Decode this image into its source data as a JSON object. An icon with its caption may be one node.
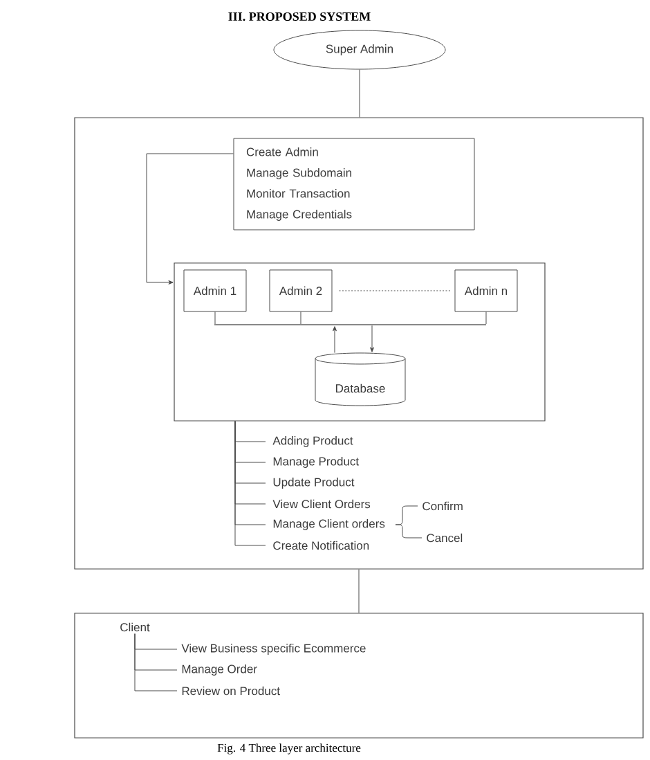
{
  "diagram": {
    "title": "III. PROPOSED SYSTEM",
    "nodes": [
      {
        "text": [
          "Super Admin"
        ]
      },
      {
        "text": [],
        "shape": "box"
      },
      {
        "text": [
          "Create Admin",
          "Manage Subdomain",
          "Monitor Transaction",
          "Manage Credentials"
        ],
        "in": 1
      },
      {
        "text": [],
        "shape": "box",
        "in": 1
      },
      {
        "text": [
          "Admin 1"
        ],
        "in": 3
      },
      {
        "text": [
          "Admin 2"
        ],
        "in": 3
      },
      {
        "text": [
          "Admin n"
        ],
        "in": 3
      },
      {
        "text": [],
        "shape": "bar",
        "in": 3
      },
      {
        "text": [
          "Database"
        ],
        "in": 3
      },
      {
        "text": [
          "Adding Product"
        ],
        "in": 1
      },
      {
        "text": [
          "Manage Product"
        ],
        "in": 1
      },
      {
        "text": [
          "Update Product"
        ],
        "in": 1
      },
      {
        "text": [
          "View Client Orders"
        ],
        "in": 1
      },
      {
        "text": [
          "Manage Client orders"
        ],
        "in": 1
      },
      {
        "text": [
          "Create Notification"
        ],
        "in": 1
      },
      {
        "text": [
          "Confirm"
        ],
        "in": 1
      },
      {
        "text": [
          "Cancel"
        ],
        "in": 1
      },
      {
        "text": [],
        "shape": "box"
      },
      {
        "text": [
          "Client"
        ],
        "in": 17
      },
      {
        "text": [
          "View Business specific Ecommerce"
        ],
        "in": 17
      },
      {
        "text": [
          "Manage Order"
        ],
        "in": 17
      },
      {
        "text": [
          "Review on Product"
        ],
        "in": 17
      }
    ],
    "edges": [
      {
        "from": 0,
        "to": 1,
        "arrow": "none"
      },
      {
        "from": 1,
        "to": 17,
        "arrow": "none"
      },
      {
        "from": 2,
        "to": 3,
        "arrow": "to"
      },
      {
        "from": 5,
        "to": 6,
        "arrow": "none",
        "style": "dashed"
      },
      {
        "from": 4,
        "to": 7,
        "arrow": "none"
      },
      {
        "from": 5,
        "to": 7,
        "arrow": "none"
      },
      {
        "from": 6,
        "to": 7,
        "arrow": "none"
      },
      {
        "from": 7,
        "to": 8,
        "arrow": "to"
      },
      {
        "from": 8,
        "to": 7,
        "arrow": "to"
      },
      {
        "from": 3,
        "to": 9,
        "arrow": "none"
      },
      {
        "from": 3,
        "to": 10,
        "arrow": "none"
      },
      {
        "from": 3,
        "to": 11,
        "arrow": "none"
      },
      {
        "from": 3,
        "to": 12,
        "arrow": "none"
      },
      {
        "from": 3,
        "to": 13,
        "arrow": "none"
      },
      {
        "from": 3,
        "to": 14,
        "arrow": "none"
      },
      {
        "from": 13,
        "to": 15,
        "arrow": "none"
      },
      {
        "from": 13,
        "to": 16,
        "arrow": "none"
      },
      {
        "from": 18,
        "to": 19,
        "arrow": "none"
      },
      {
        "from": 18,
        "to": 20,
        "arrow": "none"
      },
      {
        "from": 18,
        "to": 21,
        "arrow": "none"
      }
    ],
    "caption": "Fig. 4 Three layer architecture"
  }
}
